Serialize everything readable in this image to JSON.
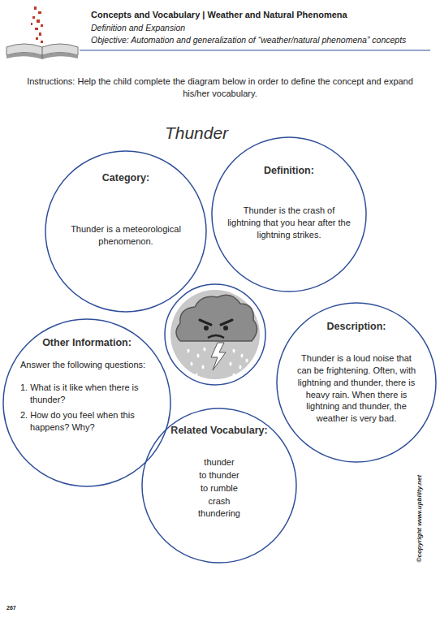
{
  "diagram": {
    "title": "Thunder",
    "nodes": [
      {
        "text": [
          "Category:",
          "Thunder is a meteorological phenomenon."
        ]
      },
      {
        "text": [
          "Definition:",
          "Thunder is the crash of lightning that you hear after the lightning strikes."
        ]
      },
      {
        "text": [
          "Other Information:",
          "Answer the following questions:",
          "1. What is it like when there is thunder?",
          "2. How do you feel when this happens? Why?"
        ]
      },
      {
        "text": [
          "Description:",
          "Thunder is a loud noise that can be frightening. Often, with lightning and thunder, there is heavy rain. When there is lightning and thunder, the weather is very bad."
        ]
      },
      {
        "text": [
          "Related Vocabulary:",
          "thunder",
          "to thunder",
          "to rumble",
          "crash",
          "thundering"
        ]
      }
    ],
    "labels": [
      "Concepts and Vocabulary | Weather and Natural Phenomena",
      "Definition and Expansion",
      "Objective: Automation and generalization of “weather/natural phenomena” concepts",
      "Instructions: Help the child complete the diagram below in order to define the concept and expand his/her vocabulary.",
      "©copyright www.upbility.net",
      "267"
    ]
  }
}
